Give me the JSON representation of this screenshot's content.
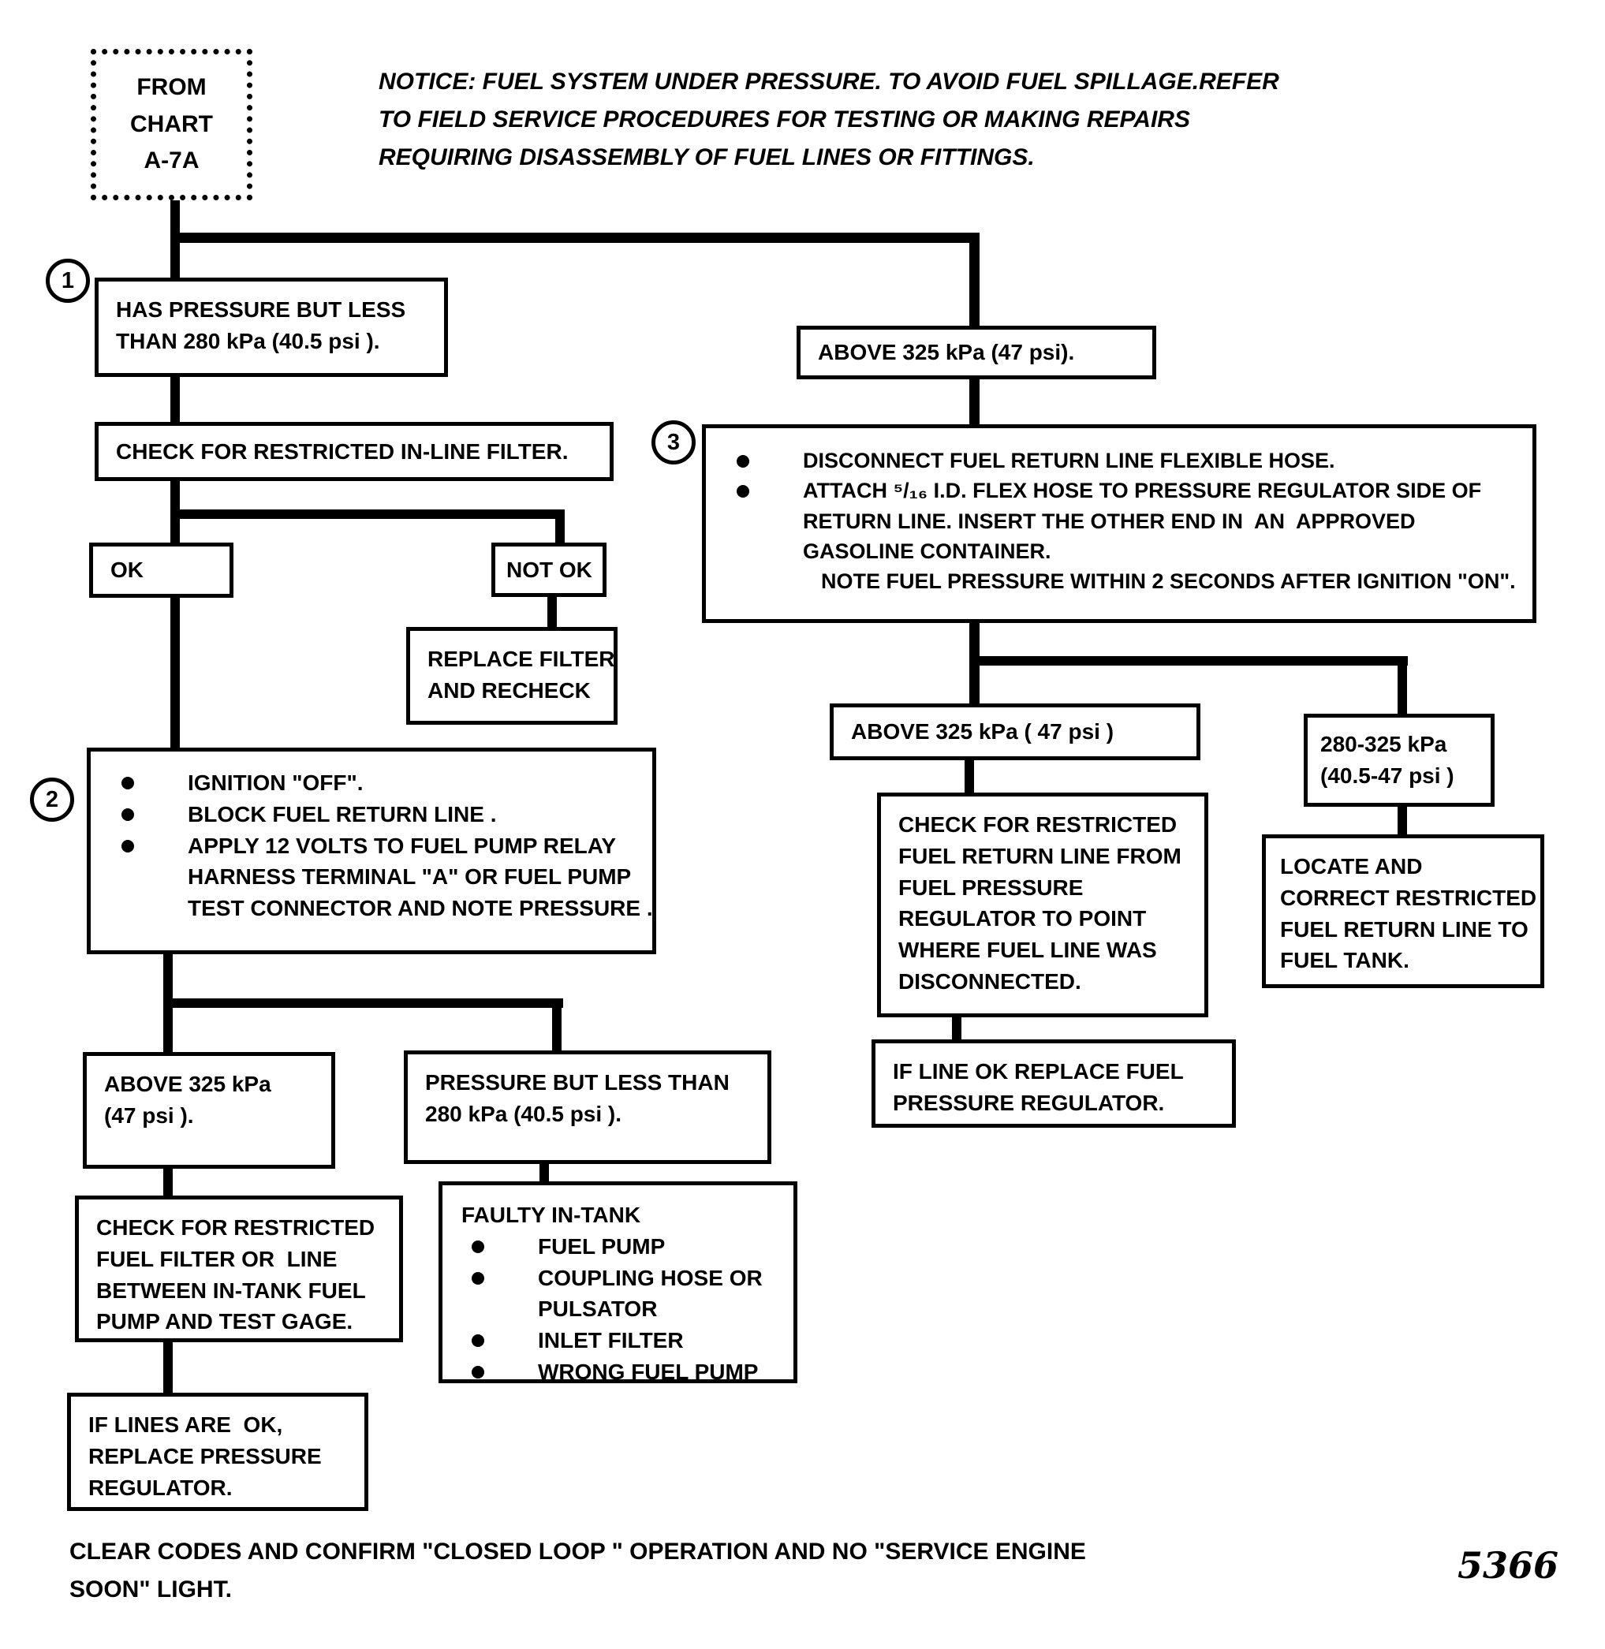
{
  "from_chart": {
    "text": "FROM\nCHART\nA-7A"
  },
  "notice": {
    "text": "NOTICE: FUEL SYSTEM UNDER PRESSURE. TO AVOID FUEL SPILLAGE.REFER\nTO FIELD SERVICE PROCEDURES FOR TESTING OR MAKING REPAIRS\nREQUIRING DISASSEMBLY OF FUEL LINES OR FITTINGS."
  },
  "badges": {
    "b1": "1",
    "b2": "2",
    "b3": "3"
  },
  "left": {
    "has_pressure": "HAS PRESSURE BUT LESS\nTHAN 280 kPa (40.5 psi ).",
    "check_inline_filter": "CHECK FOR RESTRICTED IN-LINE FILTER.",
    "ok": "OK",
    "not_ok": "NOT OK",
    "replace_filter": "REPLACE FILTER\nAND RECHECK",
    "step2_bullets": [
      "IGNITION \"OFF\".",
      "BLOCK FUEL RETURN LINE .",
      "APPLY 12 VOLTS TO FUEL PUMP RELAY\nHARNESS TERMINAL \"A\" OR FUEL PUMP\nTEST CONNECTOR AND NOTE PRESSURE ."
    ],
    "above_325": "ABOVE 325 kPa\n(47 psi ).",
    "pressure_less": "PRESSURE BUT LESS THAN\n280 kPa (40.5 psi ).",
    "check_fuel_filter": "CHECK FOR RESTRICTED\nFUEL FILTER OR  LINE\nBETWEEN IN-TANK FUEL\nPUMP AND TEST GAGE.",
    "faulty_header": "FAULTY IN-TANK",
    "faulty_bullets": [
      "FUEL PUMP",
      "COUPLING HOSE OR\nPULSATOR",
      "INLET FILTER",
      "WRONG FUEL PUMP"
    ],
    "if_lines_ok": "IF LINES ARE  OK,\nREPLACE PRESSURE\nREGULATOR."
  },
  "right": {
    "above_325_top": "ABOVE 325 kPa (47 psi).",
    "step3_bullets": [
      "DISCONNECT FUEL RETURN LINE FLEXIBLE HOSE.",
      "ATTACH ⁵/₁₆ I.D. FLEX HOSE TO PRESSURE REGULATOR SIDE OF\nRETURN LINE. INSERT THE OTHER END IN  AN  APPROVED\nGASOLINE CONTAINER."
    ],
    "step3_note": "NOTE FUEL PRESSURE WITHIN 2 SECONDS AFTER IGNITION \"ON\".",
    "above_325_mid": "ABOVE 325 kPa ( 47 psi )",
    "range_280_325": "280-325 kPa\n(40.5-47 psi )",
    "check_return_line": "CHECK FOR RESTRICTED\nFUEL RETURN LINE FROM\nFUEL PRESSURE\nREGULATOR TO POINT\nWHERE FUEL LINE WAS\nDISCONNECTED.",
    "if_line_ok": "IF LINE OK REPLACE FUEL\nPRESSURE REGULATOR.",
    "locate_correct": "LOCATE AND\nCORRECT RESTRICTED\nFUEL RETURN LINE TO\nFUEL TANK."
  },
  "footer": {
    "text": "CLEAR CODES AND CONFIRM \"CLOSED LOOP \" OPERATION AND NO \"SERVICE ENGINE\nSOON\" LIGHT.",
    "page_number": "5366"
  }
}
